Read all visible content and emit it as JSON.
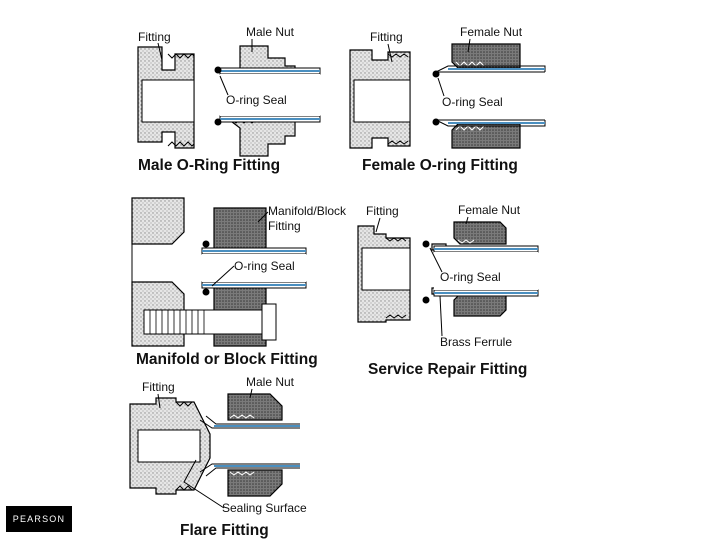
{
  "panels": {
    "male_oring": {
      "caption": "Male O-Ring Fitting",
      "fitting": "Fitting",
      "nut": "Male Nut",
      "seal": "O-ring Seal"
    },
    "female_oring": {
      "caption": "Female O-ring Fitting",
      "fitting": "Fitting",
      "nut": "Female Nut",
      "seal": "O-ring Seal"
    },
    "manifold": {
      "caption": "Manifold or Block Fitting",
      "block_line1": "Manifold/Block",
      "block_line2": "Fitting",
      "seal": "O-ring Seal"
    },
    "service_repair": {
      "caption": "Service Repair Fitting",
      "fitting": "Fitting",
      "nut": "Female Nut",
      "seal": "O-ring Seal",
      "ferrule": "Brass Ferrule"
    },
    "flare": {
      "caption": "Flare Fitting",
      "fitting": "Fitting",
      "nut": "Male Nut",
      "surface": "Sealing Surface"
    }
  },
  "publisher_logo": "PEARSON",
  "colors": {
    "stipple": "#c9c9c9",
    "dark_fill": "#6e6e6e",
    "tube_blue": "#4a8fc0"
  }
}
